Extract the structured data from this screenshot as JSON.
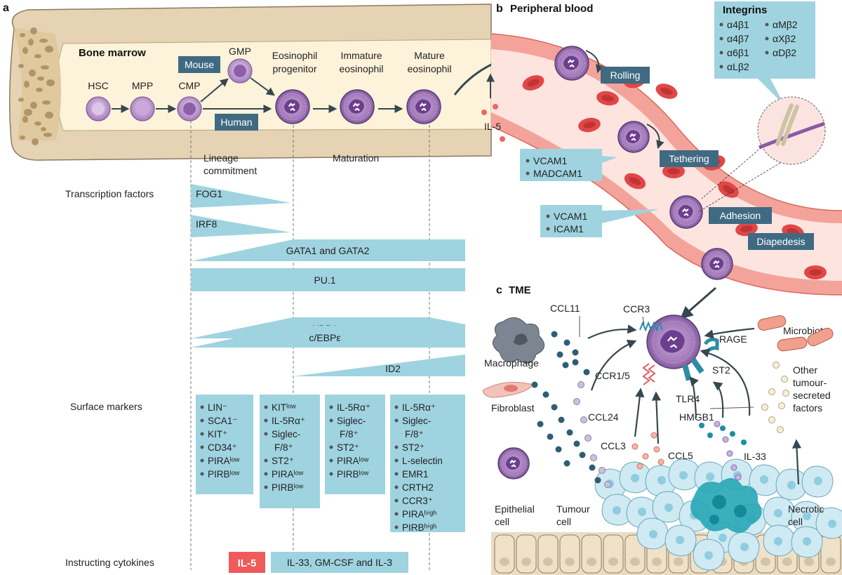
{
  "panels": {
    "a": "a",
    "b": "b",
    "c": "c"
  },
  "bone": {
    "title": "Bone marrow",
    "cells": [
      "HSC",
      "MPP",
      "CMP"
    ],
    "gmp": "GMP",
    "mouse": "Mouse",
    "human": "Human",
    "stages": [
      {
        "l1": "Eosinophil",
        "l2": "progenitor"
      },
      {
        "l1": "Immature",
        "l2": "eosinophil"
      },
      {
        "l1": "Mature",
        "l2": "eosinophil"
      }
    ]
  },
  "phases": {
    "lineage1": "Lineage",
    "lineage2": "commitment",
    "maturation": "Maturation"
  },
  "rows": {
    "tf": "Transcription factors",
    "surface": "Surface markers",
    "cytokines": "Instructing cytokines"
  },
  "tfs": [
    "FOG1",
    "IRF8",
    "GATA1 and GATA2",
    "PU.1",
    "XBP1",
    "c/EBPε",
    "ID2"
  ],
  "markers": {
    "col1": [
      "LIN⁻",
      "SCA1⁻",
      "KIT⁺",
      "CD34⁺",
      "PIRAˡᵒʷ",
      "PIRBˡᵒʷ"
    ],
    "col2": [
      "KITˡᵒʷ",
      "IL-5Rα⁺",
      "Siglec-",
      "F/8⁺",
      "ST2⁺",
      "PIRAˡᵒʷ",
      "PIRBˡᵒʷ"
    ],
    "col3": [
      "IL-5Rα⁺",
      "Siglec-",
      "F/8⁺",
      "ST2⁺",
      "PIRAˡᵒʷ",
      "PIRBˡᵒʷ"
    ],
    "col4": [
      "IL-5Rα⁺",
      "Siglec-",
      "F/8⁺",
      "ST2⁺",
      "L-selectin",
      "EMR1",
      "CRTH2",
      "CCR3⁺",
      "PIRAʰⁱᵍʰ",
      "PIRBʰⁱᵍʰ"
    ]
  },
  "cytokines": {
    "il5": "IL-5",
    "others": "IL-33, GM-CSF and IL-3"
  },
  "blood": {
    "title": "Peripheral blood",
    "il5": "IL-5",
    "rolling": "Rolling",
    "tethering": "Tethering",
    "adhesion": "Adhesion",
    "diapedesis": "Diapedesis",
    "box1": [
      "VCAM1",
      "MADCAM1"
    ],
    "box2": [
      "VCAM1",
      "ICAM1"
    ],
    "integrins_title": "Integrins",
    "integrins_left": [
      "α4β1",
      "α4β7",
      "α6β1",
      "αLβ2"
    ],
    "integrins_right": [
      "αMβ2",
      "αXβ2",
      "αDβ2"
    ]
  },
  "tme": {
    "title": "TME",
    "ccl11": "CCL11",
    "ccr3": "CCR3",
    "microbiota": "Microbiota",
    "rage": "RAGE",
    "macrophage": "Macrophage",
    "ccr15": "CCR1/5",
    "st2": "ST2",
    "tlr4": "TLR4",
    "fibroblast": "Fibroblast",
    "ccl24": "CCL24",
    "hmgb1": "HMGB1",
    "ccl3": "CCL3",
    "ccl5": "CCL5",
    "il33": "IL-33",
    "other": [
      "Other",
      "tumour-",
      "secreted",
      "factors"
    ],
    "epithelial": [
      "Epithelial",
      "cell"
    ],
    "tumour": [
      "Tumour",
      "cell"
    ],
    "necrotic": [
      "Necrotic",
      "cell"
    ]
  }
}
